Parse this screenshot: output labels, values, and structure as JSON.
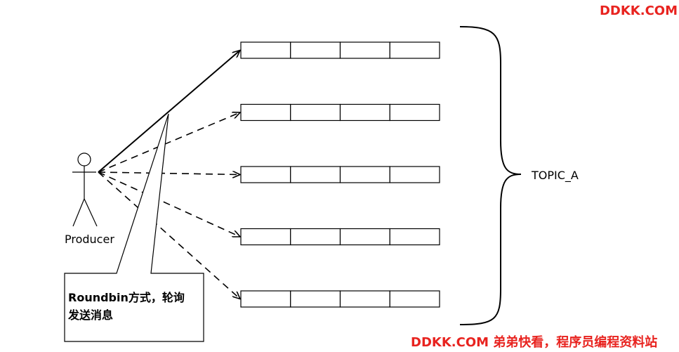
{
  "watermark": {
    "top": "DDKK.COM",
    "bottom": "DDKK.COM 弟弟快看，程序员编程资料站"
  },
  "actor": {
    "label": "Producer"
  },
  "topic": {
    "label": "TOPIC_A"
  },
  "note": {
    "line1": "Roundbin方式，轮询",
    "line2": "发送消息"
  },
  "queues": {
    "count": 5,
    "cells_per_queue": 4
  },
  "arrows": [
    {
      "target_queue": 1,
      "style": "solid"
    },
    {
      "target_queue": 2,
      "style": "dashed"
    },
    {
      "target_queue": 3,
      "style": "dashed"
    },
    {
      "target_queue": 4,
      "style": "dashed"
    },
    {
      "target_queue": 5,
      "style": "dashed"
    }
  ],
  "colors": {
    "watermark": "#e8231f",
    "stroke": "#000000"
  }
}
